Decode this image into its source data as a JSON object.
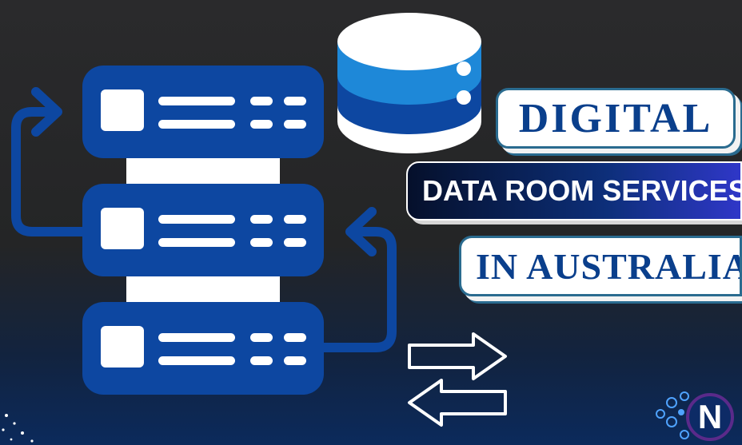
{
  "headline": {
    "line1": "DIGITAL",
    "line2": "DATA ROOM SERVICES",
    "line3": "IN AUSTRALIA"
  },
  "logo": {
    "letter": "N"
  },
  "icons": {
    "server": "server-rack-icon",
    "database": "database-icon",
    "sync": "sync-arrows-icon",
    "exchange": "exchange-arrows-icon",
    "logo": "company-logo"
  },
  "colors": {
    "primary_blue": "#0d47a1",
    "accent_blue": "#1e88d8",
    "title_blue": "#0a3f8c",
    "background": "#252628"
  }
}
